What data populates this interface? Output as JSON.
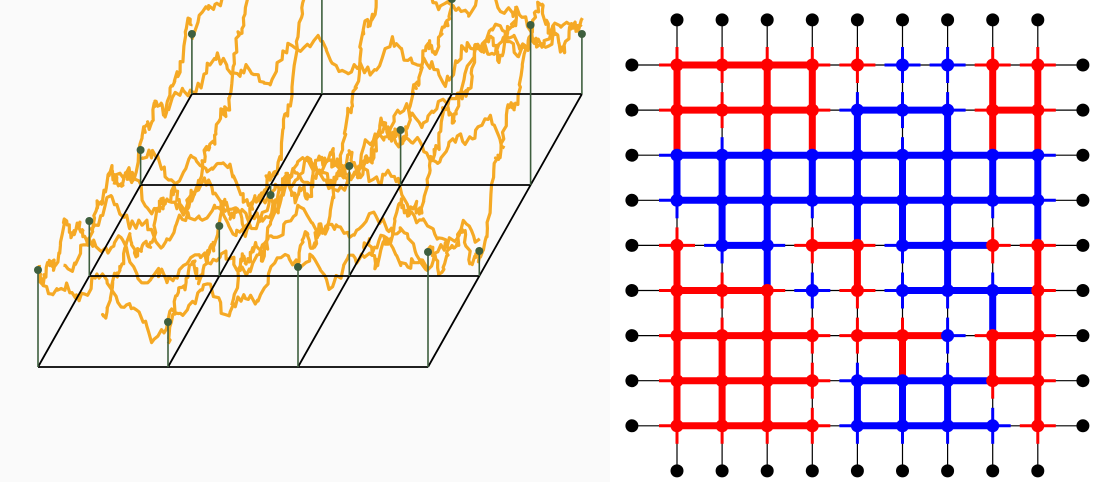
{
  "figure": {
    "left_panel": {
      "description_kind": "perspective grid with fluctuating field sheets",
      "colors": {
        "field": "#f5a10f",
        "grid": "#000000",
        "stems": "#3e5f3e",
        "nodes": "#3e5f3e",
        "background": "#fafafa"
      },
      "grid_cells": {
        "rows": 3,
        "cols": 3
      }
    },
    "right_panel": {
      "description_kind": "square lattice with two-colored bond clusters",
      "colors": {
        "red": "#ff0000",
        "blue": "#0000ff",
        "boundary": "#000000",
        "thin_edge": "#000000"
      },
      "lattice_size": 9,
      "node_colors": [
        [
          "R",
          "R",
          "R",
          "R",
          "R",
          "B",
          "B",
          "R",
          "R"
        ],
        [
          "R",
          "R",
          "R",
          "R",
          "B",
          "B",
          "B",
          "R",
          "R"
        ],
        [
          "B",
          "B",
          "B",
          "B",
          "B",
          "B",
          "B",
          "B",
          "B"
        ],
        [
          "B",
          "B",
          "B",
          "B",
          "B",
          "B",
          "B",
          "B",
          "B"
        ],
        [
          "R",
          "B",
          "B",
          "R",
          "R",
          "B",
          "B",
          "R",
          "R"
        ],
        [
          "R",
          "R",
          "R",
          "B",
          "R",
          "B",
          "B",
          "B",
          "R"
        ],
        [
          "R",
          "R",
          "R",
          "R",
          "R",
          "R",
          "B",
          "R",
          "R"
        ],
        [
          "R",
          "R",
          "R",
          "R",
          "B",
          "B",
          "B",
          "R",
          "R"
        ],
        [
          "R",
          "R",
          "R",
          "R",
          "B",
          "B",
          "B",
          "B",
          "R"
        ]
      ],
      "thick_horizontal": [
        [
          1,
          1,
          1,
          0,
          0,
          0,
          0,
          0
        ],
        [
          1,
          1,
          1,
          0,
          1,
          1,
          0,
          1
        ],
        [
          1,
          1,
          1,
          1,
          1,
          1,
          1,
          1
        ],
        [
          1,
          1,
          1,
          1,
          1,
          1,
          1,
          1
        ],
        [
          0,
          1,
          0,
          1,
          0,
          1,
          1,
          0
        ],
        [
          1,
          1,
          0,
          0,
          0,
          1,
          1,
          1
        ],
        [
          1,
          1,
          1,
          0,
          1,
          1,
          0,
          1
        ],
        [
          1,
          1,
          1,
          0,
          1,
          1,
          1,
          1
        ],
        [
          1,
          1,
          1,
          0,
          1,
          1,
          1,
          0
        ]
      ],
      "thick_vertical": [
        [
          1,
          0,
          1,
          1,
          0,
          0,
          0,
          1,
          1
        ],
        [
          1,
          0,
          1,
          1,
          1,
          0,
          1,
          1,
          1
        ],
        [
          1,
          1,
          1,
          1,
          1,
          1,
          1,
          1,
          1
        ],
        [
          0,
          1,
          1,
          0,
          1,
          1,
          1,
          0,
          1
        ],
        [
          1,
          0,
          1,
          0,
          1,
          0,
          1,
          0,
          1
        ],
        [
          1,
          0,
          1,
          0,
          0,
          0,
          0,
          1,
          1
        ],
        [
          1,
          1,
          1,
          0,
          0,
          1,
          0,
          1,
          1
        ],
        [
          1,
          1,
          1,
          0,
          1,
          1,
          1,
          0,
          1
        ]
      ]
    }
  }
}
